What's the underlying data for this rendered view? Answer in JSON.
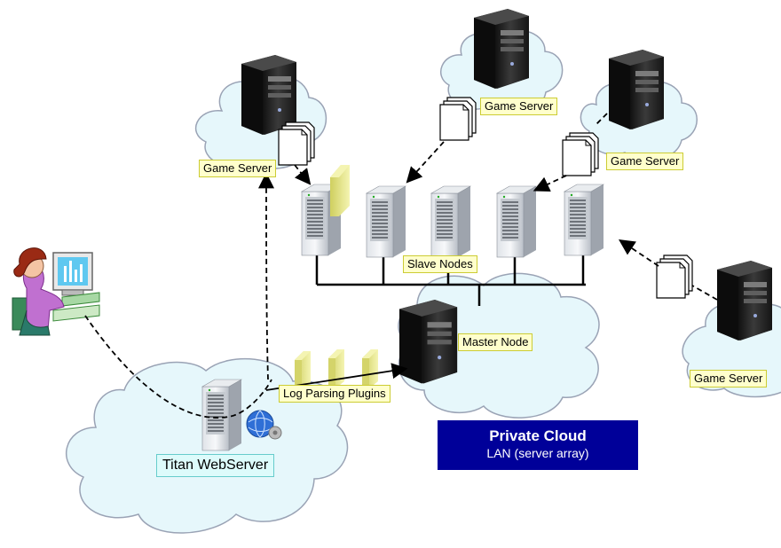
{
  "labels": {
    "game_server_1": "Game Server",
    "game_server_2": "Game Server",
    "game_server_3": "Game Server",
    "game_server_4": "Game Server",
    "slave_nodes": "Slave Nodes",
    "master_node": "Master Node",
    "log_parsing_plugins": "Log Parsing Plugins",
    "titan_webserver": "Titan WebServer"
  },
  "private_cloud": {
    "title": "Private Cloud",
    "subtitle": "LAN (server array)"
  },
  "colors": {
    "cloud_fill": "#e6f7fb",
    "cloud_stroke": "#9aa3b5",
    "label_fill": "#ffffcc",
    "label_border": "#cccc33",
    "webserver_label_fill": "#ddfbfb",
    "private_cloud_box": "#000099",
    "plugin_fill": "#e3e38a"
  }
}
